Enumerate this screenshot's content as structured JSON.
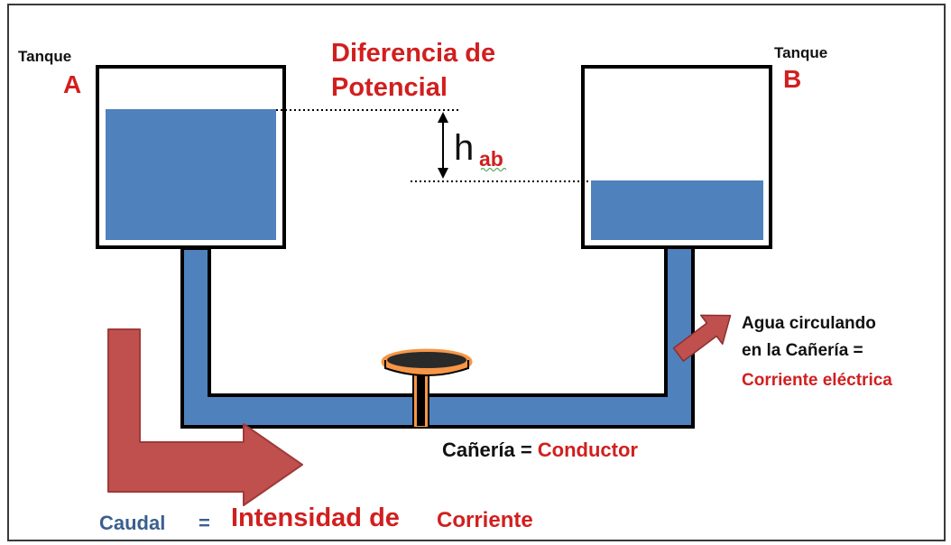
{
  "tank_a": {
    "label": "Tanque",
    "letter": "A",
    "water_level": 0.87
  },
  "tank_b": {
    "label": "Tanque",
    "letter": "B",
    "water_level": 0.43
  },
  "potential": {
    "line1": "Diferencia de",
    "line2": "Potencial"
  },
  "height": {
    "symbol": "h",
    "subscript": "ab"
  },
  "current": {
    "line1": "Agua circulando",
    "line2": "en la Cañería =",
    "line3": "Corriente eléctrica"
  },
  "pipe": {
    "lead": "Cañería = ",
    "value": "Conductor"
  },
  "flow": {
    "lead": "Caudal",
    "equals": "=",
    "value1": "Intensidad de",
    "value2": "Corriente"
  },
  "colors": {
    "water": "#4f81bd",
    "arrow": "#c0504d",
    "valve": "#f79646",
    "red_text": "#d11f1f",
    "blue_text": "#3b5f8f"
  }
}
